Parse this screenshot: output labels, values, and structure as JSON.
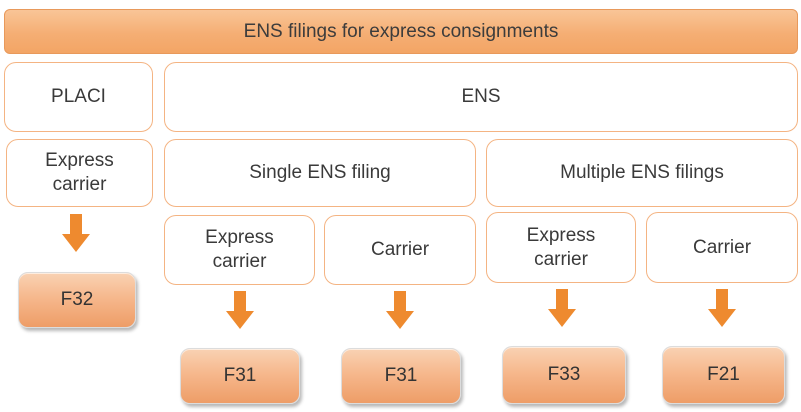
{
  "title": "ENS filings for express consignments",
  "colors": {
    "accent_orange": "#f5ae74",
    "arrow_orange": "#ee8a2f",
    "box_border": "#f4b483"
  },
  "placi": {
    "label": "PLACI",
    "party": "Express carrier",
    "form": "F32"
  },
  "ens": {
    "label": "ENS",
    "single": {
      "label": "Single ENS filing",
      "express_carrier": {
        "label": "Express carrier",
        "form": "F31"
      },
      "carrier": {
        "label": "Carrier",
        "form": "F31"
      }
    },
    "multiple": {
      "label": "Multiple ENS filings",
      "express_carrier": {
        "label": "Express carrier",
        "form": "F33"
      },
      "carrier": {
        "label": "Carrier",
        "form": "F21"
      }
    }
  }
}
